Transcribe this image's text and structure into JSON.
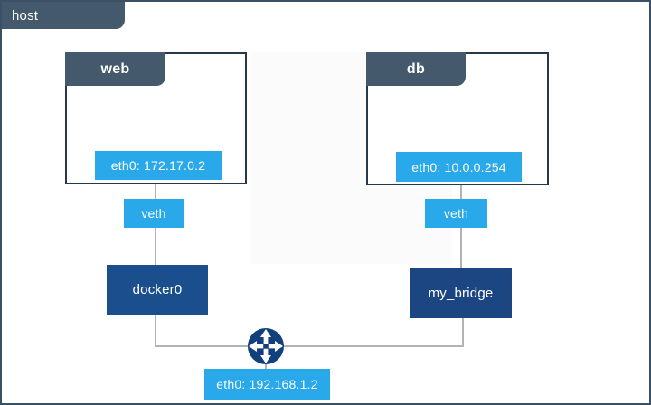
{
  "diagram": {
    "host": {
      "label": "host"
    },
    "containers": [
      {
        "id": "web",
        "label": "web",
        "eth_label": "eth0: 172.17.0.2",
        "veth_label": "veth",
        "bridge_label": "docker0"
      },
      {
        "id": "db",
        "label": "db",
        "eth_label": "eth0: 10.0.0.254",
        "veth_label": "veth",
        "bridge_label": "my_bridge"
      }
    ],
    "host_interface_label": "eth0: 192.168.1.2",
    "icons": {
      "router": "four-way-arrows-router-icon"
    },
    "colors": {
      "tab_slate": "#45596c",
      "container_border": "#26384a",
      "host_border": "#3a5064",
      "accent_blue": "#29a9ea",
      "docker0_navy": "#1b4e8c",
      "mybridge_navy": "#1c4681",
      "router_navy": "#12407e",
      "line_gray": "#b3b3b3"
    }
  }
}
